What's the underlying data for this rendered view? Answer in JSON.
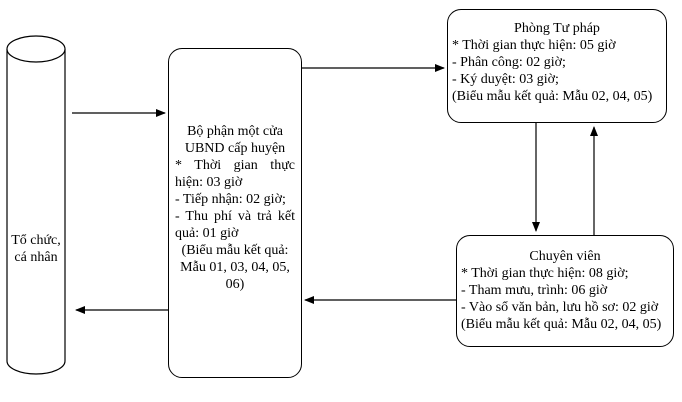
{
  "nodes": {
    "actor": {
      "label_lines": [
        "Tổ chức,",
        "cá nhân"
      ]
    },
    "one_stop": {
      "title_lines": [
        "Bộ phận một cửa",
        "UBND cấp huyện"
      ],
      "time_lines": [
        "* Thời gian thực",
        "hiện: 03 giờ"
      ],
      "receive": "- Tiếp nhận: 02 giờ;",
      "fee_lines": [
        "- Thu phí và trả kết",
        "quả: 01 giờ"
      ],
      "forms_lines": [
        "(Biểu mẫu kết quả:",
        "Mẫu 01, 03, 04, 05,",
        "06)"
      ]
    },
    "justice": {
      "title": "Phòng Tư pháp",
      "time": "* Thời gian thực hiện: 05 giờ",
      "assign": "- Phân công: 02 giờ;",
      "sign": "- Ký duyệt: 03 giờ;",
      "forms": "(Biểu mẫu kết quả: Mẫu 02, 04, 05)"
    },
    "specialist": {
      "title": "Chuyên viên",
      "time": "* Thời gian thực hiện: 08 giờ;",
      "advise": "- Tham mưu, trình: 06 giờ",
      "archive": "- Vào sổ văn bản, lưu hồ sơ: 02 giờ",
      "forms": "(Biểu mẫu kết quả: Mẫu 02, 04, 05)"
    }
  },
  "edges": [
    {
      "from": "actor",
      "to": "one_stop"
    },
    {
      "from": "one_stop",
      "to": "justice"
    },
    {
      "from": "justice",
      "to": "specialist"
    },
    {
      "from": "specialist",
      "to": "justice"
    },
    {
      "from": "specialist",
      "to": "one_stop"
    },
    {
      "from": "one_stop",
      "to": "actor"
    }
  ]
}
